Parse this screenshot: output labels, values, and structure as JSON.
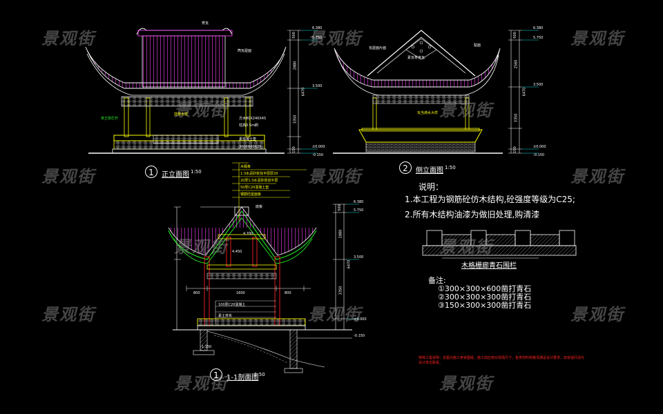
{
  "watermark": "景观街",
  "titles": {
    "front": {
      "num": "1",
      "name": "正立面图",
      "scale": "1:50"
    },
    "side": {
      "num": "2",
      "name": "侧立面图",
      "scale": "1:50"
    },
    "section": {
      "num": "1",
      "name": "1-1剖面图",
      "scale": "1:50"
    }
  },
  "notes": {
    "heading": "说明：",
    "items": [
      "1.本工程为钢筋砼仿木结构,砼强度等级为C25;",
      "2.所有木结构油漆为做旧处理,购清漆"
    ]
  },
  "detail": {
    "title": "木格栅廊青石围栏",
    "remarks_heading": "备注:",
    "remarks": [
      "①300×300×600凿打青石",
      "②300×300×300凿打青石",
      "③150×300×300凿打青石"
    ]
  },
  "annotations": {
    "front": [
      "脊瓦",
      "筒瓦屋面",
      "吴王靠栏杆",
      "挂落大样",
      "方木80X240X45",
      "柱高0.5m刷",
      "素混凝土垫",
      "300X600X25"
    ],
    "side": [
      "瓦屋面片面",
      "素瓦脊身瓦",
      "贴面",
      "瓦当滴水大样"
    ],
    "section": [
      "木檩条",
      "1:3水泥砂浆找平层厚20",
      "20厚1:3水泥砂浆找平层",
      "50厚C20混凝土垫",
      "钢筋砼屋面板",
      "底板",
      "100厚C20混凝土",
      "素土夯实"
    ]
  },
  "dims": {
    "front_levels": [
      "6.380",
      "5.750",
      "3.500",
      "±0.000",
      "-0.150"
    ],
    "side_levels": [
      "6.380",
      "5.750",
      "3.500",
      "±0.000",
      "-0.150"
    ],
    "section_levels": [
      "6.380",
      "5.750",
      "3.500",
      "4.700",
      "4.450",
      "±0.000",
      "-0.150",
      "-1.150"
    ],
    "front_vert": [
      "500",
      "2880",
      "6470",
      "3350",
      "150"
    ],
    "side_vert": [
      "500",
      "2560",
      "6470",
      "3350",
      "150"
    ],
    "section_vert": [
      "500",
      "2880",
      "6470",
      "3350"
    ],
    "section_horiz": [
      "800",
      "1600",
      "800"
    ]
  },
  "red_note": "特殊工程说明：本图为施工参考图纸，施工前应核对现场尺寸，各类材料规格须满足设计要求，如有疑问请与设计单位联系。",
  "colors": {
    "yellow": "#ffff00",
    "green": "#22e022",
    "cyan": "#00e0e0",
    "magenta": "#ff40ff",
    "red": "#ff2020",
    "orange": "#ffa500"
  }
}
